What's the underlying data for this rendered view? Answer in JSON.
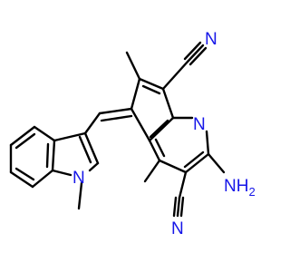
{
  "molecule": {
    "atoms": {
      "n_nitrile_top": "N",
      "n_pyridine": "N",
      "nh2_group": "NH",
      "nh2_subscript": "2",
      "n_nitrile_bottom": "N",
      "n_indole": "N"
    },
    "colors": {
      "bond": "#000000",
      "nitrogen": "#1515e8"
    }
  }
}
